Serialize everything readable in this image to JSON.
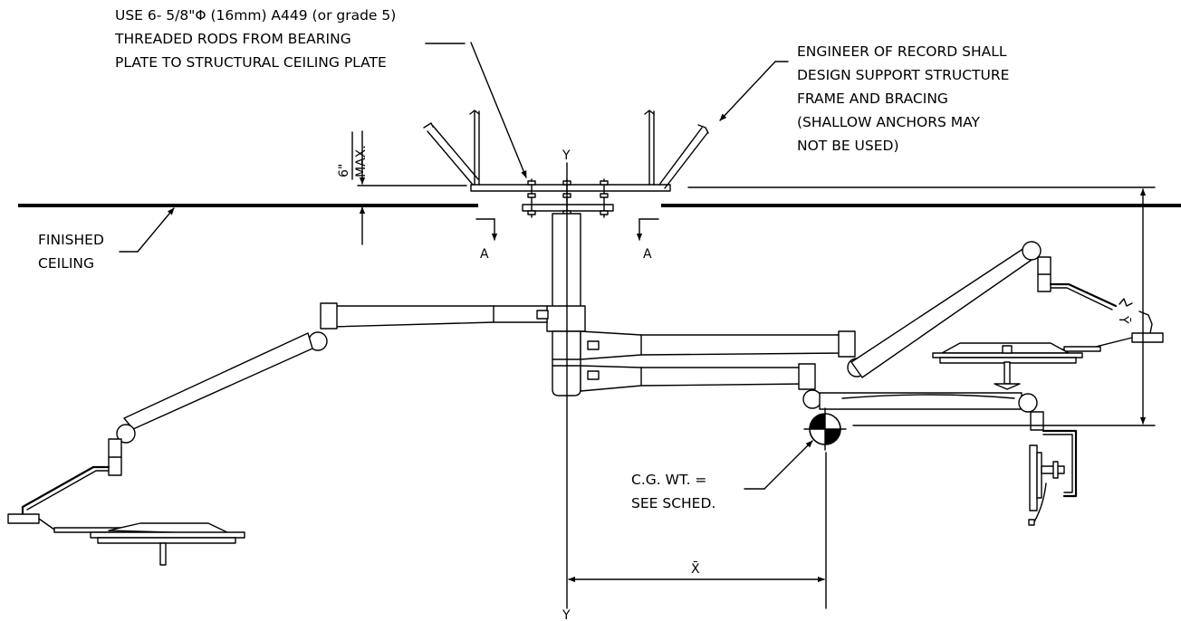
{
  "notes": {
    "rods_line1": "USE 6- 5/8\"Φ  (16mm) A449 (or grade 5)",
    "rods_line2": "THREADED RODS FROM BEARING",
    "rods_line3": "PLATE TO STRUCTURAL CEILING PLATE",
    "eor_line1": "ENGINEER OF RECORD SHALL",
    "eor_line2": "DESIGN SUPPORT STRUCTURE",
    "eor_line3": "FRAME AND BRACING",
    "eor_line4": "(SHALLOW ANCHORS MAY",
    "eor_line5": "NOT BE USED)",
    "ceiling_line1": "FINISHED",
    "ceiling_line2": "CEILING",
    "cg_line1": "C.G. WT. =",
    "cg_line2": "SEE SCHED."
  },
  "dimensions": {
    "max_value": "6\"",
    "max_label": "MAX.",
    "x_bar": "X̄",
    "y_bar": "Ȳ"
  },
  "labels": {
    "section_a_left": "A",
    "section_a_right": "A",
    "axis_y_top": "Y",
    "axis_y_bottom": "Y"
  }
}
